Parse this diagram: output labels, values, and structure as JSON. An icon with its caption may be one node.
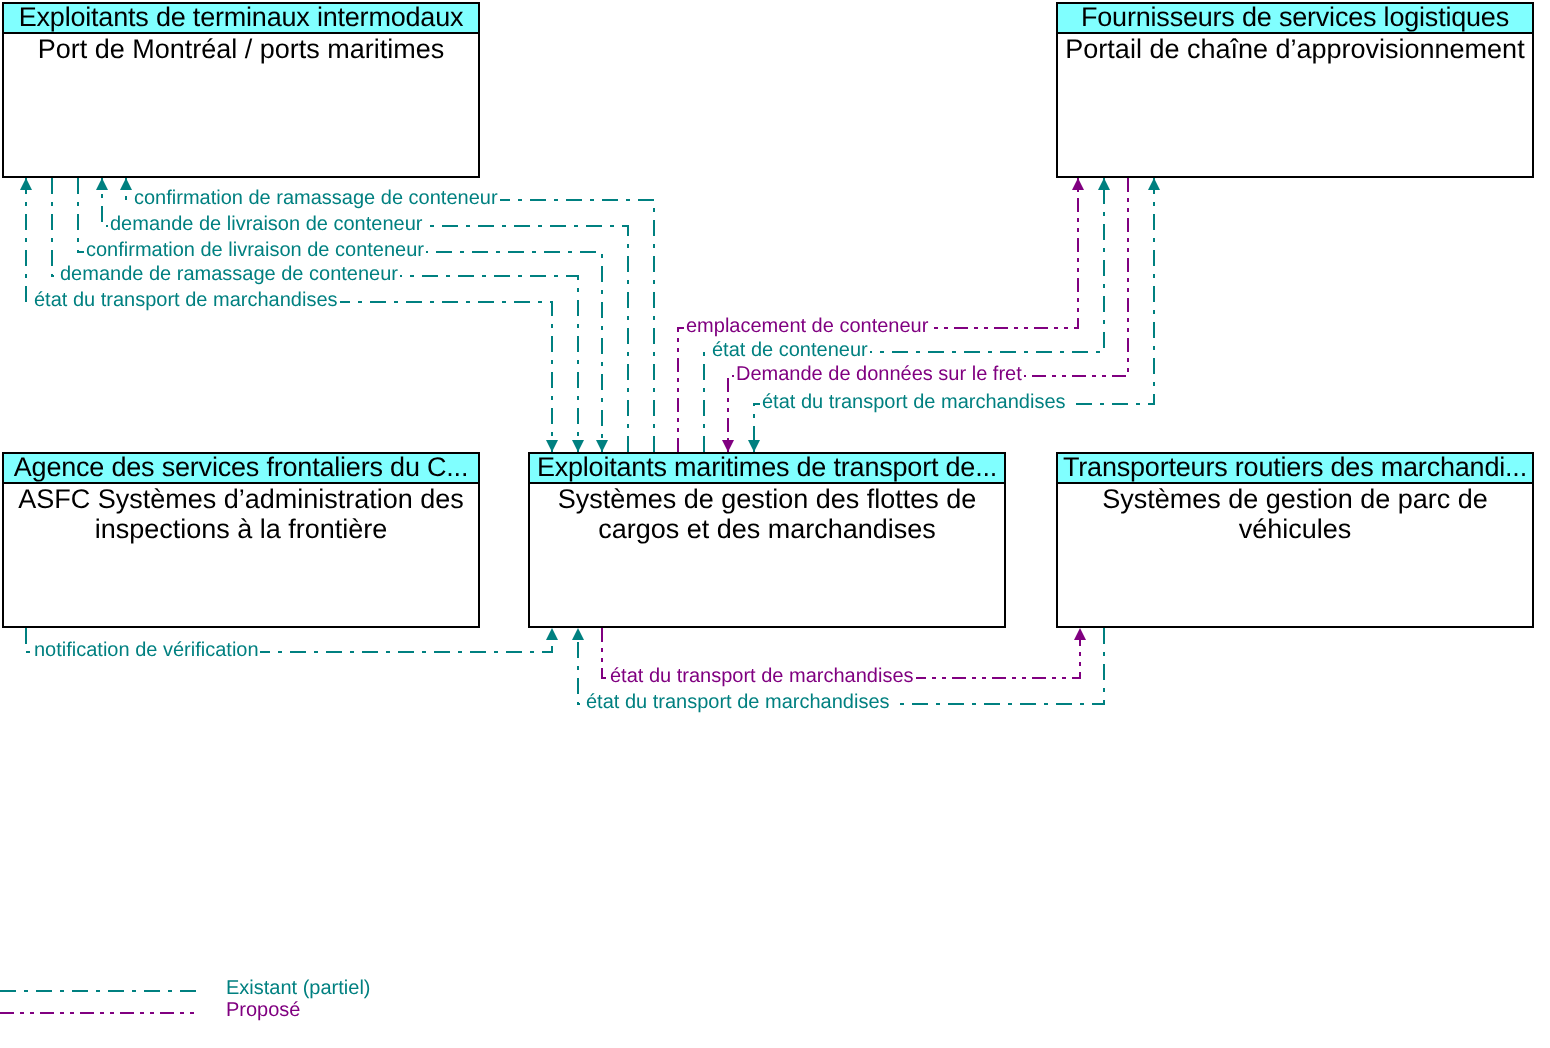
{
  "diagram": {
    "nodes": [
      {
        "text": [
          "Exploitants de terminaux intermodaux",
          "Port de Montréal / ports maritimes"
        ]
      },
      {
        "text": [
          "Fournisseurs de services logistiques",
          "Portail de chaîne d’approvisionnement"
        ]
      },
      {
        "text": [
          "Agence des services frontaliers du C...",
          "ASFC Systèmes d’administration des inspections à la frontière"
        ]
      },
      {
        "text": [
          "Exploitants maritimes de transport de...",
          "Systèmes de gestion des flottes de cargos et des marchandises"
        ]
      },
      {
        "text": [
          "Transporteurs routiers des marchandi...",
          "Systèmes de gestion de parc de véhicules"
        ]
      }
    ],
    "edges": [
      {
        "from": 3,
        "to": 0,
        "arrow": "to",
        "label": "confirmation de ramassage de conteneur"
      },
      {
        "from": 3,
        "to": 0,
        "arrow": "to",
        "label": "demande de livraison de conteneur"
      },
      {
        "from": 0,
        "to": 3,
        "arrow": "to",
        "label": "confirmation de livraison de conteneur"
      },
      {
        "from": 0,
        "to": 3,
        "arrow": "to",
        "label": "demande de ramassage de conteneur"
      },
      {
        "from": 0,
        "to": 3,
        "arrow": "both",
        "label": "état du transport de marchandises"
      },
      {
        "from": 3,
        "to": 1,
        "arrow": "to",
        "label": "emplacement de conteneur",
        "style": "dashed",
        "color": "#800080"
      },
      {
        "from": 3,
        "to": 1,
        "arrow": "to",
        "label": "état de conteneur"
      },
      {
        "from": 1,
        "to": 3,
        "arrow": "to",
        "label": "Demande de données sur le fret",
        "style": "dashed",
        "color": "#800080"
      },
      {
        "from": 1,
        "to": 3,
        "arrow": "both",
        "label": "état du transport de marchandises"
      },
      {
        "from": 2,
        "to": 3,
        "arrow": "to",
        "label": "notification de vérification"
      },
      {
        "from": 3,
        "to": 4,
        "arrow": "to",
        "label": "état du transport de marchandises",
        "style": "dashed",
        "color": "#800080"
      },
      {
        "from": 4,
        "to": 3,
        "arrow": "to",
        "label": "état du transport de marchandises"
      }
    ],
    "legend": [
      {
        "text": "Existant (partiel)"
      },
      {
        "text": "Proposé"
      }
    ]
  }
}
